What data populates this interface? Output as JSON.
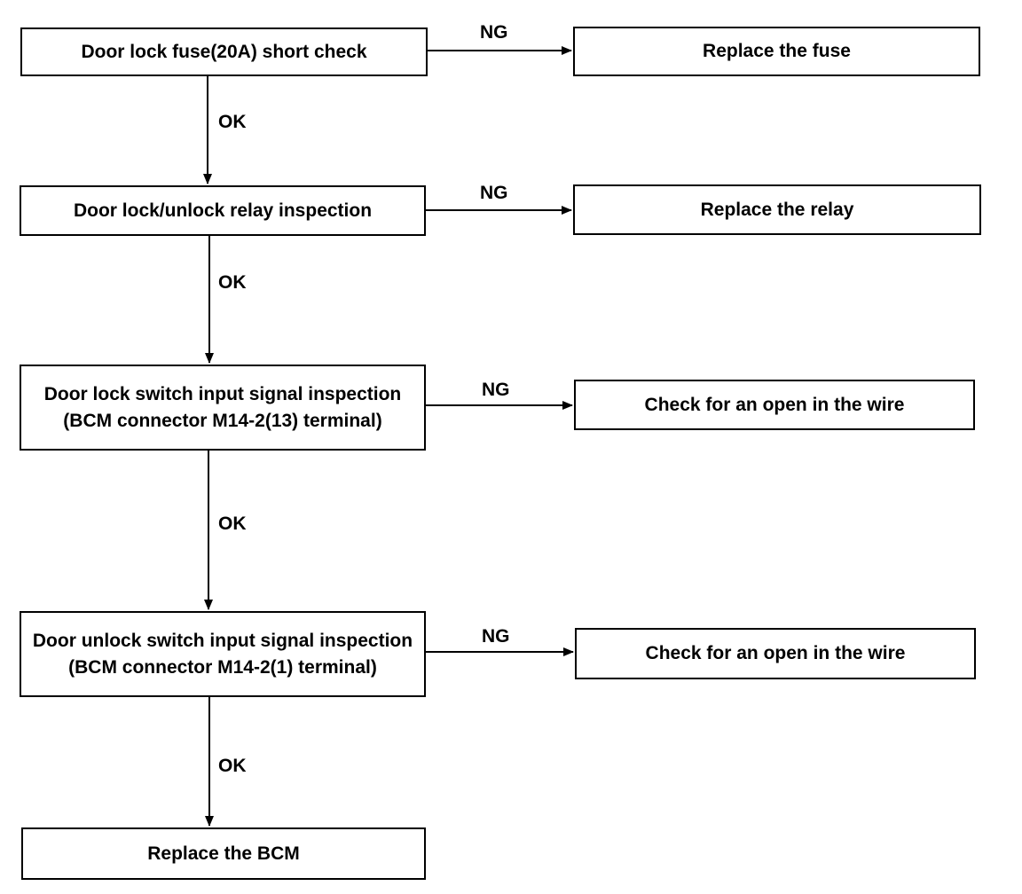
{
  "steps": [
    {
      "check": "Door lock fuse(20A) short check",
      "ng_label": "NG",
      "ng_action": "Replace the fuse",
      "ok_label": "OK"
    },
    {
      "check": "Door lock/unlock relay inspection",
      "ng_label": "NG",
      "ng_action": "Replace the relay",
      "ok_label": "OK"
    },
    {
      "check": "Door lock switch input signal inspection\n(BCM connector M14-2(13) terminal)",
      "ng_label": "NG",
      "ng_action": "Check for an open in the wire",
      "ok_label": "OK"
    },
    {
      "check": "Door unlock switch input signal inspection\n(BCM connector M14-2(1) terminal)",
      "ng_label": "NG",
      "ng_action": "Check for an open in the wire",
      "ok_label": "OK"
    }
  ],
  "final": {
    "action": "Replace the BCM"
  }
}
